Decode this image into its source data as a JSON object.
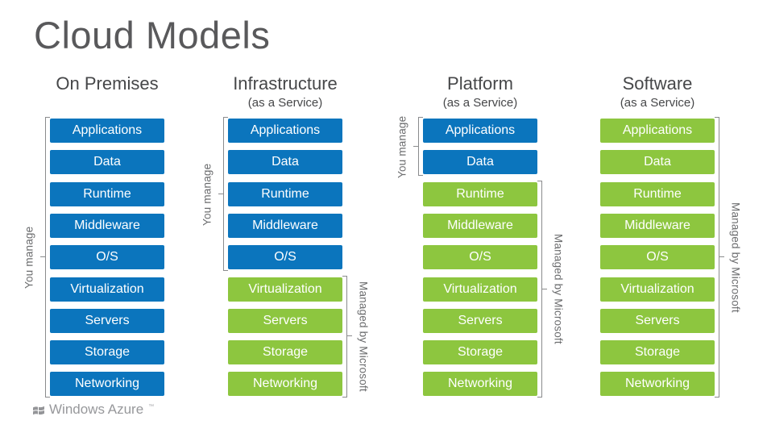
{
  "title": "Cloud Models",
  "labels": {
    "you_manage": "You manage",
    "managed_by": "Managed by Microsoft"
  },
  "layers": [
    "Applications",
    "Data",
    "Runtime",
    "Middleware",
    "O/S",
    "Virtualization",
    "Servers",
    "Storage",
    "Networking"
  ],
  "columns": [
    {
      "name": "On Premises",
      "subtitle": "",
      "blue_count": 9,
      "you_manage_span": [
        0,
        8
      ],
      "managed_span": null
    },
    {
      "name": "Infrastructure",
      "subtitle": "(as a Service)",
      "blue_count": 5,
      "you_manage_span": [
        0,
        4
      ],
      "managed_span": [
        5,
        8
      ]
    },
    {
      "name": "Platform",
      "subtitle": "(as a Service)",
      "blue_count": 2,
      "you_manage_span": [
        0,
        1
      ],
      "managed_span": [
        2,
        8
      ]
    },
    {
      "name": "Software",
      "subtitle": "(as a Service)",
      "blue_count": 0,
      "you_manage_span": null,
      "managed_span": [
        0,
        8
      ]
    }
  ],
  "colors": {
    "blue": "#0b75bd",
    "green": "#8dc63f",
    "bracket": "#8a8b8d",
    "label_gray": "#6b6c6e",
    "title_gray": "#59595b"
  },
  "logo": {
    "text": "Windows Azure",
    "trademark": "™"
  }
}
